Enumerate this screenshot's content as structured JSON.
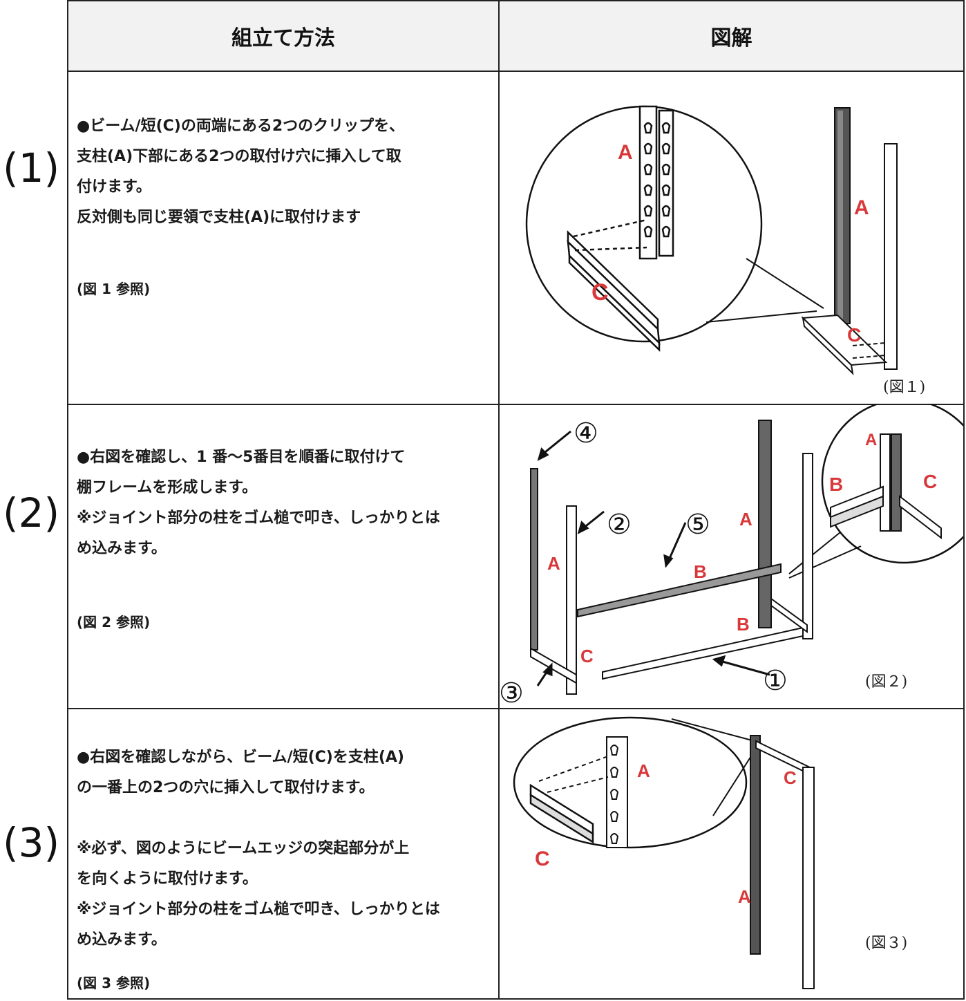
{
  "header": {
    "method_label": "組立て方法",
    "diagram_label": "図解"
  },
  "steps": [
    {
      "number": "(1)",
      "lines": [
        "●ビーム/短(C)の両端にある2つのクリップを、",
        "支柱(A)下部にある2つの取付け穴に挿入して取",
        "付けます。",
        "反対側も同じ要領で支柱(A)に取付けます"
      ],
      "reference": "(図 1  参照)",
      "figure_caption": "(図１)",
      "figure_labels": [
        "A",
        "A",
        "C",
        "C"
      ]
    },
    {
      "number": "(2)",
      "lines": [
        "●右図を確認し、1 番～5番目を順番に取付けて",
        "棚フレームを形成します。",
        "※ジョイント部分の柱をゴム槌で叩き、しっかりとは",
        "め込みます。"
      ],
      "reference": "(図 2  参照)",
      "figure_caption": "(図２)",
      "figure_labels": [
        "A",
        "A",
        "A",
        "B",
        "B",
        "B",
        "C",
        "C"
      ],
      "order_marks": [
        "①",
        "②",
        "③",
        "④",
        "⑤"
      ]
    },
    {
      "number": "(3)",
      "lines": [
        "●右図を確認しながら、ビーム/短(C)を支柱(A)",
        "の一番上の2つの穴に挿入して取付けます。",
        "",
        "※必ず、図のようにビームエッジの突起部分が上",
        "を向くように取付けます。",
        "※ジョイント部分の柱をゴム槌で叩き、しっかりとは",
        "め込みます。"
      ],
      "reference": "(図 3  参照)",
      "figure_caption": "(図３)",
      "figure_labels": [
        "A",
        "A",
        "C",
        "C"
      ]
    }
  ],
  "colors": {
    "label_red": "#d9383a",
    "border": "#222222",
    "header_bg": "#f2f2f2"
  }
}
